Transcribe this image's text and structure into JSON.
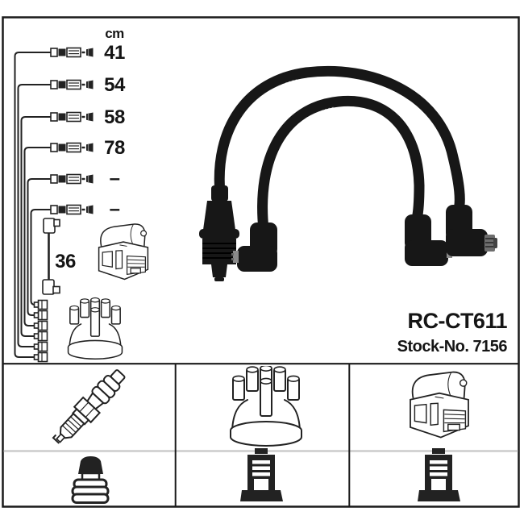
{
  "product": {
    "code": "RC-CT611",
    "stock_number": "Stock-No. 7156"
  },
  "measurements": {
    "unit_header": "cm",
    "cable_lengths": [
      "41",
      "54",
      "58",
      "78",
      "–",
      "–"
    ],
    "coil_wire_length": "36"
  },
  "legend": {
    "row1": [
      "spark-plug",
      "distributor-cap",
      "ignition-coil"
    ],
    "row2": [
      "spark-plug-terminal",
      "distributor-terminal",
      "distributor-terminal"
    ]
  },
  "colors": {
    "frame": "#1a1a1a",
    "ink": "#222222",
    "divider-light": "#cccccc",
    "cable-black": "#171717",
    "metal-gray": "#8a8a8a"
  }
}
